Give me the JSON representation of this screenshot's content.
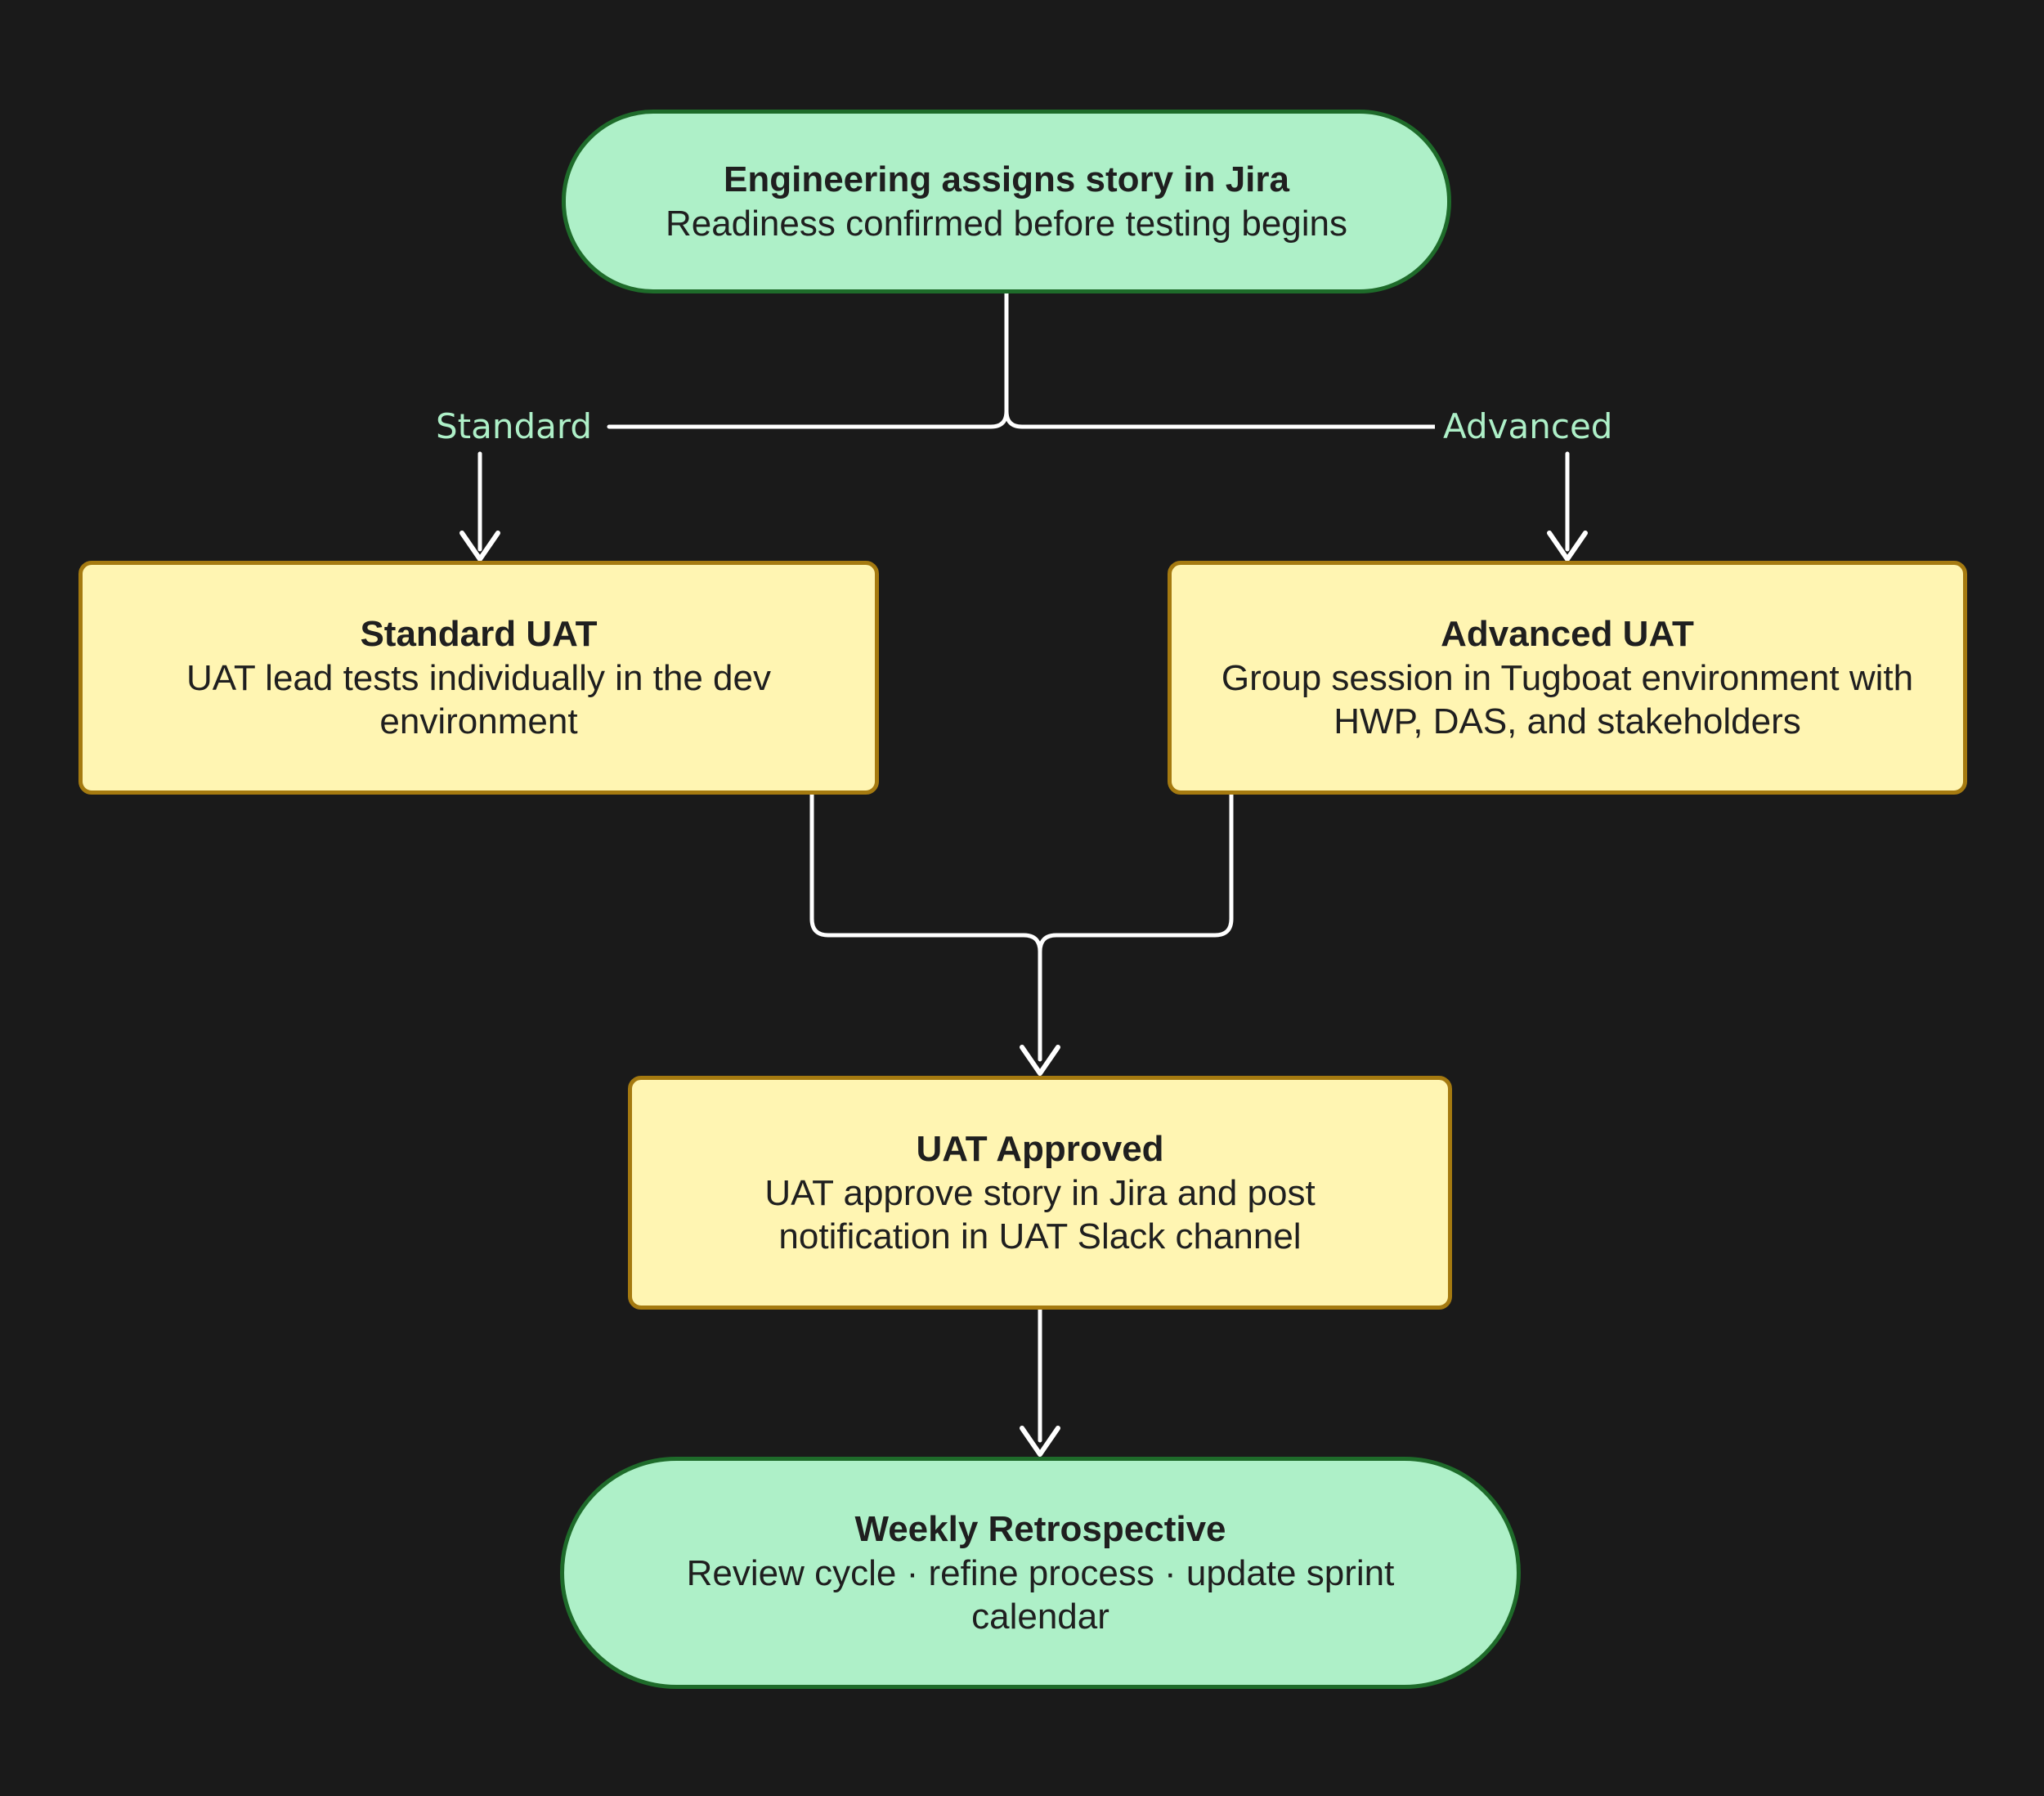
{
  "nodes": {
    "start": {
      "title": "Engineering assigns story in Jira",
      "subtitle": "Readiness confirmed before testing begins"
    },
    "standard_uat": {
      "title": "Standard UAT",
      "subtitle": "UAT lead tests individually in the dev environment"
    },
    "advanced_uat": {
      "title": "Advanced UAT",
      "subtitle": "Group session in Tugboat environment with HWP,  DAS, and stakeholders"
    },
    "uat_approved": {
      "title": "UAT Approved",
      "subtitle": "UAT approve story in Jira and post notification in UAT Slack channel"
    },
    "retrospective": {
      "title": "Weekly Retrospective",
      "subtitle": "Review cycle · refine process · update sprint calendar"
    }
  },
  "edges": {
    "standard_label": "Standard",
    "advanced_label": "Advanced"
  },
  "colors": {
    "background": "#1a1a1a",
    "terminal_fill": "#aef0c8",
    "terminal_border": "#1e6b2a",
    "process_fill": "#fff5b2",
    "process_border": "#a57a10",
    "connector": "#ffffff",
    "edge_label": "#aef0c8"
  }
}
